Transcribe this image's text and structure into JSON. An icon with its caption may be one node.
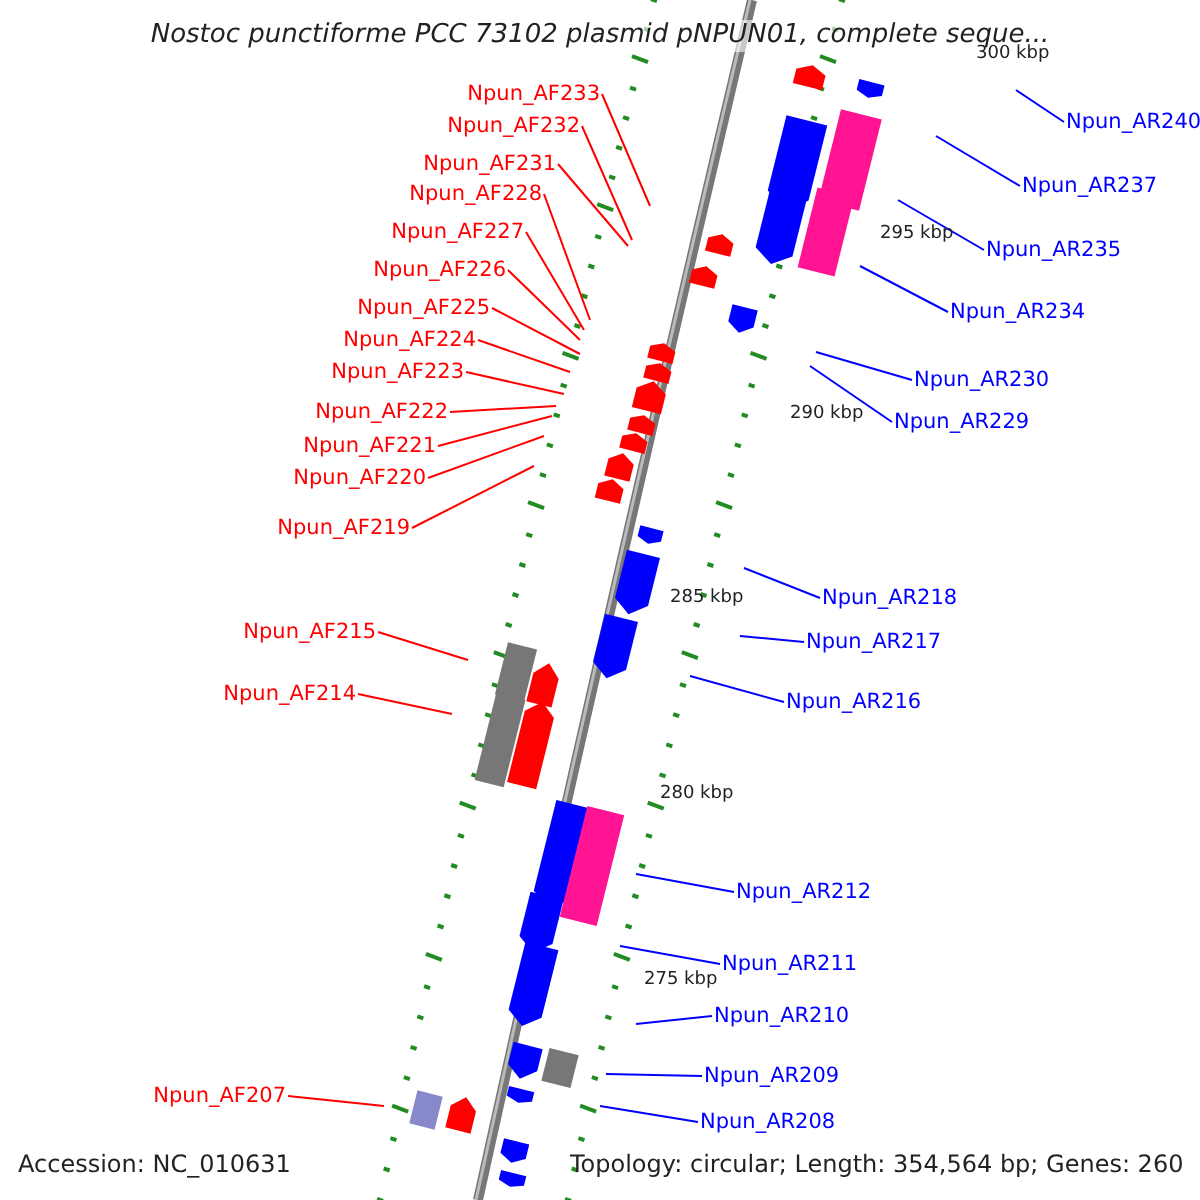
{
  "diagram": {
    "title": "Nostoc punctiforme PCC 73102 plasmid pNPUN01, complete seque...",
    "nodes": [
      {
        "text": [
          "Npun_AF233"
        ]
      },
      {
        "text": [
          "Npun_AR240"
        ]
      },
      {
        "text": [
          "Npun_AF232"
        ]
      },
      {
        "text": [
          "Npun_AF231"
        ]
      },
      {
        "text": [
          "Npun_AR237"
        ]
      },
      {
        "text": [
          "Npun_AF228"
        ]
      },
      {
        "text": [
          "Npun_AF227"
        ]
      },
      {
        "text": [
          "Npun_AR235"
        ]
      },
      {
        "text": [
          "Npun_AF226"
        ]
      },
      {
        "text": [
          "Npun_AF225"
        ]
      },
      {
        "text": [
          "Npun_AR234"
        ]
      },
      {
        "text": [
          "Npun_AF224"
        ]
      },
      {
        "text": [
          "Npun_AF223"
        ]
      },
      {
        "text": [
          "Npun_AR230"
        ]
      },
      {
        "text": [
          "Npun_AF222"
        ]
      },
      {
        "text": [
          "Npun_AR229"
        ]
      },
      {
        "text": [
          "Npun_AF221"
        ]
      },
      {
        "text": [
          "Npun_AF220"
        ]
      },
      {
        "text": [
          "Npun_AF219"
        ]
      },
      {
        "text": [
          "Npun_AR218"
        ]
      },
      {
        "text": [
          "Npun_AF215"
        ]
      },
      {
        "text": [
          "Npun_AR217"
        ]
      },
      {
        "text": [
          "Npun_AF214"
        ]
      },
      {
        "text": [
          "Npun_AR216"
        ]
      },
      {
        "text": [
          "Npun_AR212"
        ]
      },
      {
        "text": [
          "Npun_AR211"
        ]
      },
      {
        "text": [
          "Npun_AR210"
        ]
      },
      {
        "text": [
          "Npun_AR209"
        ]
      },
      {
        "text": [
          "Npun_AF207"
        ]
      },
      {
        "text": [
          "Npun_AR208"
        ]
      }
    ],
    "edges": [
      {
        "from": 0,
        "to": null,
        "arrow": "none"
      },
      {
        "from": 1,
        "to": null,
        "arrow": "none",
        "color": "#0000ff"
      },
      {
        "from": 2,
        "to": null,
        "arrow": "none"
      },
      {
        "from": 3,
        "to": null,
        "arrow": "none"
      },
      {
        "from": 4,
        "to": null,
        "arrow": "none",
        "color": "#0000ff"
      },
      {
        "from": 5,
        "to": null,
        "arrow": "none"
      },
      {
        "from": 6,
        "to": null,
        "arrow": "none"
      },
      {
        "from": 7,
        "to": null,
        "arrow": "none",
        "color": "#0000ff"
      },
      {
        "from": 8,
        "to": null,
        "arrow": "none"
      },
      {
        "from": 9,
        "to": null,
        "arrow": "none"
      },
      {
        "from": 10,
        "to": null,
        "arrow": "none",
        "color": "#0000ff"
      },
      {
        "from": 11,
        "to": null,
        "arrow": "none"
      },
      {
        "from": 12,
        "to": null,
        "arrow": "none"
      },
      {
        "from": 13,
        "to": null,
        "arrow": "none",
        "color": "#0000ff"
      },
      {
        "from": 14,
        "to": null,
        "arrow": "none"
      },
      {
        "from": 15,
        "to": null,
        "arrow": "none",
        "color": "#0000ff"
      },
      {
        "from": 16,
        "to": null,
        "arrow": "none"
      },
      {
        "from": 17,
        "to": null,
        "arrow": "none"
      },
      {
        "from": 18,
        "to": null,
        "arrow": "none"
      },
      {
        "from": 19,
        "to": null,
        "arrow": "none",
        "color": "#0000ff"
      },
      {
        "from": 20,
        "to": null,
        "arrow": "none"
      },
      {
        "from": 21,
        "to": null,
        "arrow": "none",
        "color": "#0000ff"
      },
      {
        "from": 22,
        "to": null,
        "arrow": "none"
      },
      {
        "from": 23,
        "to": null,
        "arrow": "none",
        "color": "#0000ff"
      },
      {
        "from": 24,
        "to": null,
        "arrow": "none",
        "color": "#0000ff"
      },
      {
        "from": 25,
        "to": null,
        "arrow": "none",
        "color": "#0000ff"
      },
      {
        "from": 26,
        "to": null,
        "arrow": "none",
        "color": "#0000ff"
      },
      {
        "from": 27,
        "to": null,
        "arrow": "none",
        "color": "#0000ff"
      },
      {
        "from": 28,
        "to": null,
        "arrow": "none"
      },
      {
        "from": 29,
        "to": null,
        "arrow": "none",
        "color": "#0000ff"
      }
    ],
    "labels": [
      "300 kbp",
      "295 kbp",
      "290 kbp",
      "285 kbp",
      "280 kbp",
      "275 kbp",
      "Accession: NC_010631",
      "Topology: circular; Length: 354,564 bp; Genes: 260"
    ]
  }
}
